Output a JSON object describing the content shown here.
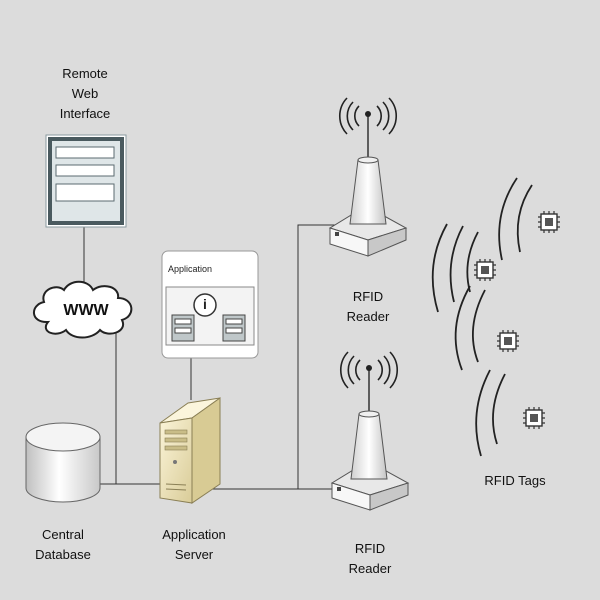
{
  "labels": {
    "remote_web_interface": "Remote\nWeb\nInterface",
    "www": "WWW",
    "central_database": "Central\nDatabase",
    "application_server": "Application\nServer",
    "application_window": "Application",
    "info_glyph": "i",
    "rfid_reader_top": "RFID\nReader",
    "rfid_reader_bottom": "RFID\nReader",
    "rfid_tags": "RFID Tags"
  },
  "colors": {
    "background": "#dcdcdc",
    "line": "#333333",
    "monitor_frame": "#4a5a5f",
    "server_body": "#f2e8c4",
    "tag_chip": "#555555"
  }
}
